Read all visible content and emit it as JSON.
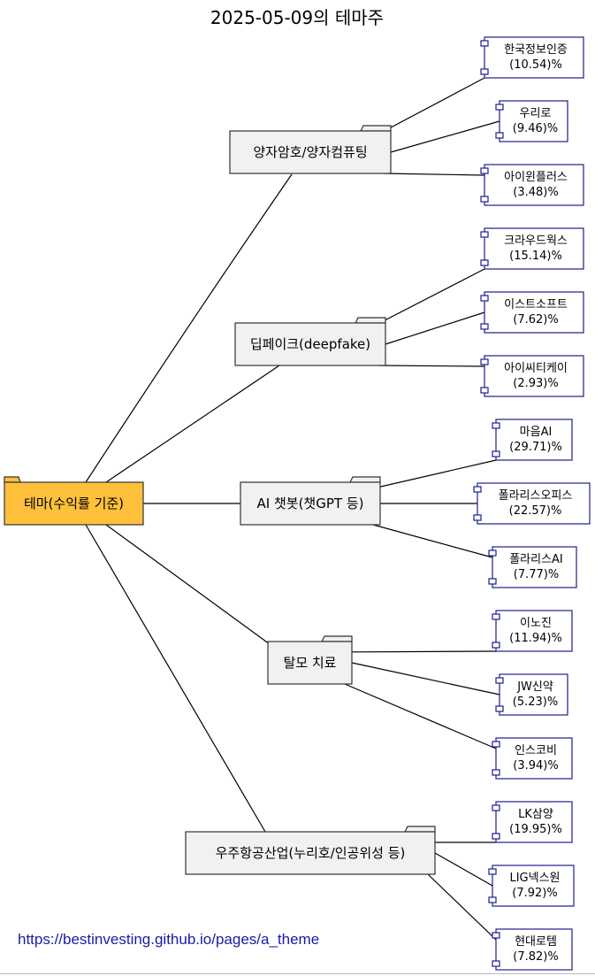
{
  "title": "2025-05-09의 테마주",
  "root": {
    "label": "테마(수익률 기준)"
  },
  "themes": [
    {
      "label": "양자암호/양자컴퓨팅",
      "stocks": [
        {
          "name": "한국정보인증",
          "ret": "(10.54)%"
        },
        {
          "name": "우리로",
          "ret": "(9.46)%"
        },
        {
          "name": "아이윈플러스",
          "ret": "(3.48)%"
        }
      ]
    },
    {
      "label": "딥페이크(deepfake)",
      "stocks": [
        {
          "name": "크라우드웍스",
          "ret": "(15.14)%"
        },
        {
          "name": "이스트소프트",
          "ret": "(7.62)%"
        },
        {
          "name": "아이씨티케이",
          "ret": "(2.93)%"
        }
      ]
    },
    {
      "label": "AI 챗봇(챗GPT 등)",
      "stocks": [
        {
          "name": "마음AI",
          "ret": "(29.71)%"
        },
        {
          "name": "폴라리스오피스",
          "ret": "(22.57)%"
        },
        {
          "name": "폴라리스AI",
          "ret": "(7.77)%"
        }
      ]
    },
    {
      "label": "탈모 치료",
      "stocks": [
        {
          "name": "이노진",
          "ret": "(11.94)%"
        },
        {
          "name": "JW신약",
          "ret": "(5.23)%"
        },
        {
          "name": "인스코비",
          "ret": "(3.94)%"
        }
      ]
    },
    {
      "label": "우주항공산업(누리호/인공위성 등)",
      "stocks": [
        {
          "name": "LK삼양",
          "ret": "(19.95)%"
        },
        {
          "name": "LIG넥스원",
          "ret": "(7.92)%"
        },
        {
          "name": "현대로템",
          "ret": "(7.82)%"
        }
      ]
    }
  ],
  "footer": {
    "link_text": "https://bestinvesting.github.io/pages/a_theme"
  },
  "colors": {
    "root_fill": "#FFC13B",
    "theme_fill": "#F1F1F1",
    "stock_border": "#1B1F8C",
    "link_text": "#1a1aa6"
  }
}
